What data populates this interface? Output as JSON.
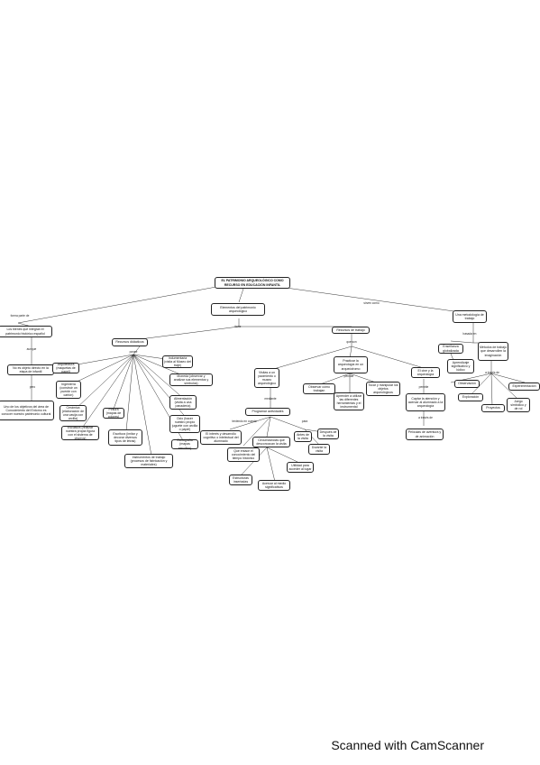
{
  "title": "EL PATRIMONIO ARQUEOLÓGICO COMO RECURSO EN EDUCACIÓN INFANTIL",
  "nodes": {
    "n_bienes": "Los bienes que integran el patrimonio histórico español",
    "n_noobjeto": "No es objeto directo en la etapa de infantil",
    "n_objetivos": "Uno de los objetivos del área de Conocimiento del Entorno es conocer nuestro patrimonio cultural",
    "n_elementos": "Elementos del patrimonio arqueológico",
    "n_recursos_did": "Recursos didácticos",
    "n_arquitectura": "Arquitectura (maquetas de papel)",
    "n_ingenieria": "Ingeniería (construir un puente con cartón)",
    "n_ceramica": "Cerámica (elaboración de una vasija con arcilla)",
    "n_escultura": "Escultura (realizar nuestra propia figura con el sistema de churros)",
    "n_pintura": "Pintura (mapas de colores)",
    "n_escritura": "Escritura (imitar y decorar diversos tipos de letras)",
    "n_instr_trabajo": "Instrumentos de trabajo (procesos de fabricación y materiales)",
    "n_cartografia": "Cartografía (mapas sencillos)",
    "n_ocio": "Ocio (hacer nuestro propio juguete con arcilla o papel)",
    "n_alimentacion": "Alimentación (visita a una panadería)",
    "n_moneda": "Moneda (observar y analizar sus elementos y símbolos)",
    "n_indumentaria": "Indumentaria (visita al Museo del traje)",
    "n_recursos_trab": "Recursos de trabajo",
    "n_visitas": "Visitas a un yacimiento o museo arqueológico",
    "n_programar": "Programar actividades",
    "n_medio": "El interés y desarrollo cognitivo o intelectual del alumnado",
    "n_circunstancias": "Circunstancias que desconozcan la visita",
    "n_enlace": "Que enlace el conocimiento del tiempo histórico",
    "n_estructuras": "Estructuras insertadas",
    "n_utilidad": "Utilidad para acceder al lugar",
    "n_acercar": "Acercar al medio significativos",
    "n_antes": "Antes de la visita",
    "n_durante": "Durante la visita",
    "n_despues": "Después de la visita",
    "n_practicar": "Practicar la arqueología en un arqueódromo",
    "n_observar": "Observar cómo trabajan",
    "n_aprender": "Aprender a utilizar las diferentes herramientas y el instrumental",
    "n_tocar": "Tocar y manipular los objetos arqueológicos",
    "n_cine": "El cine y la arqueología",
    "n_captar": "Captar la atención y acercar al alumnado a la arqueología",
    "n_peliculas": "Películas de aventura y de animación",
    "n_metodologia": "Una metodología de trabajo",
    "n_ensenanza": "Enseñanza globalizada",
    "n_aprendizaje": "Aprendizaje significativo y lúdico",
    "n_metodos": "Métodos de trabajo que desarrollen la imaginación",
    "n_observacion": "Observación",
    "n_experimentacion": "Experimentación",
    "n_exploracion": "Exploración",
    "n_proyectos": "Proyectos",
    "n_juego": "Juego simbólico y de rol"
  },
  "links": {
    "l_forma": "forma parte de",
    "l_aunque": "aunque",
    "l_pero": "pero",
    "l_tiene": "tiene",
    "l_posee": "posee",
    "l_sirven": "sirven como",
    "l_quieres": "que son",
    "l_mediante": "mediante",
    "l_cuenta": "teniendo en cuenta",
    "l_para": "para",
    "l_permite": "permite",
    "l_permite2": "permite",
    "l_traves": "a través de",
    "l_basada": "basada en",
    "l_traves2": "a través de"
  },
  "footer": "Scanned with CamScanner"
}
